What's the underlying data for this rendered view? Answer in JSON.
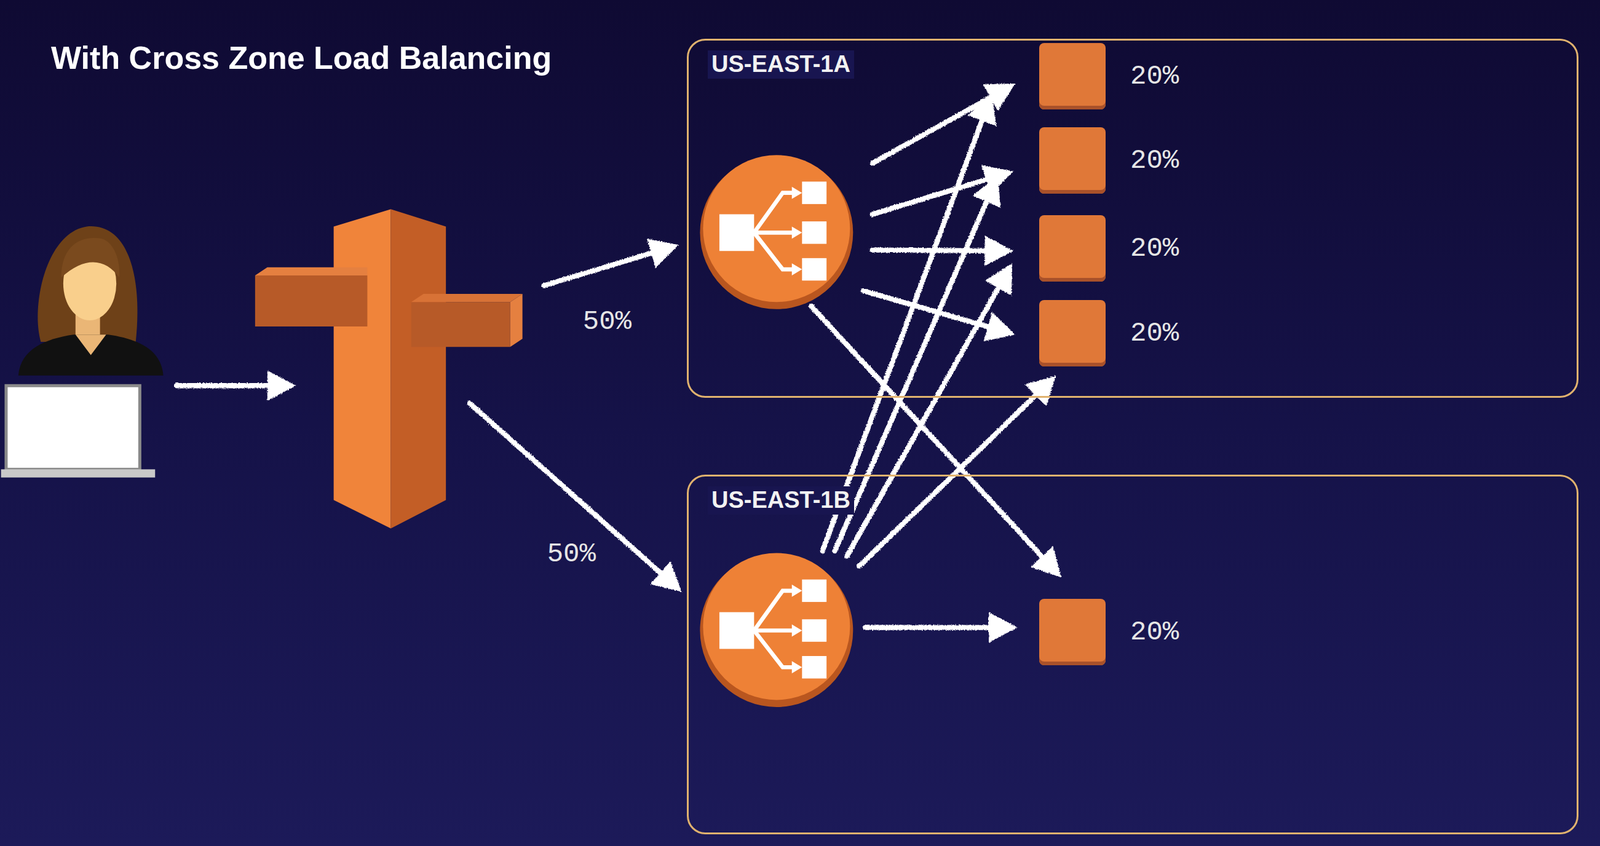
{
  "diagram": {
    "title": "With Cross Zone Load Balancing",
    "nodes": [
      {
        "text": [
          "US-EAST-1A"
        ]
      },
      {
        "text": [
          "20%"
        ],
        "in": 0
      },
      {
        "text": [
          "20%"
        ],
        "in": 0
      },
      {
        "text": [
          "20%"
        ],
        "in": 0
      },
      {
        "text": [
          "20%"
        ],
        "in": 0
      },
      {
        "text": [
          "US-EAST-1B"
        ]
      },
      {
        "text": [
          "20%"
        ],
        "in": 5
      }
    ],
    "labels": [
      "50%",
      "50%"
    ]
  }
}
